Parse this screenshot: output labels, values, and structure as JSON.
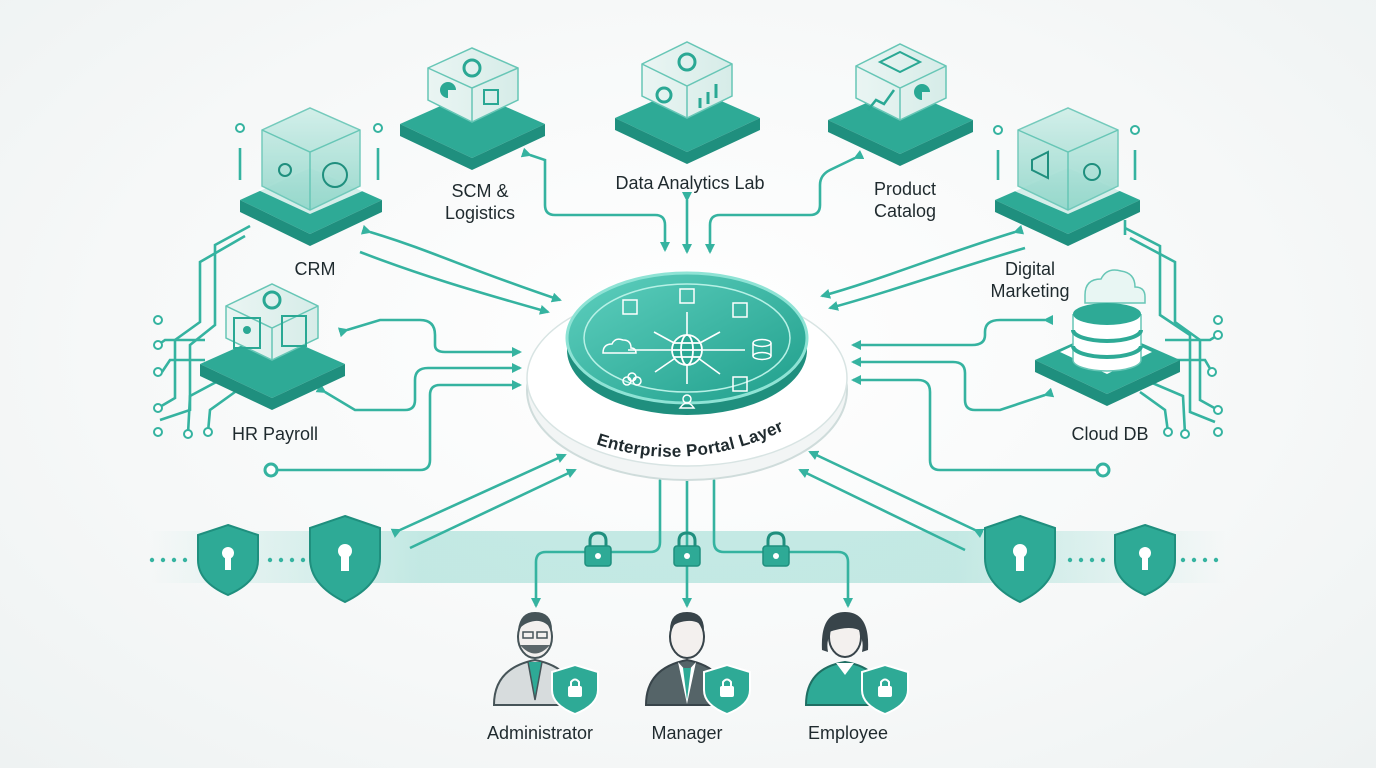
{
  "portal": {
    "label": "Enterprise Portal Layer"
  },
  "systems": [
    {
      "id": "crm",
      "label": "CRM"
    },
    {
      "id": "scm",
      "label": "SCM &\nLogistics"
    },
    {
      "id": "analytics",
      "label": "Data Analytics Lab"
    },
    {
      "id": "catalog",
      "label": "Product\nCatalog"
    },
    {
      "id": "marketing",
      "label": "Digital\nMarketing"
    },
    {
      "id": "hr",
      "label": "HR Payroll"
    },
    {
      "id": "clouddb",
      "label": "Cloud DB"
    }
  ],
  "users": [
    {
      "id": "admin",
      "label": "Administrator"
    },
    {
      "id": "manager",
      "label": "Manager"
    },
    {
      "id": "employee",
      "label": "Employee"
    }
  ],
  "colors": {
    "teal": "#35b3a0",
    "teal_dark": "#1f8f7e",
    "teal_light": "#bfe8e0",
    "text": "#1f2a2e"
  }
}
